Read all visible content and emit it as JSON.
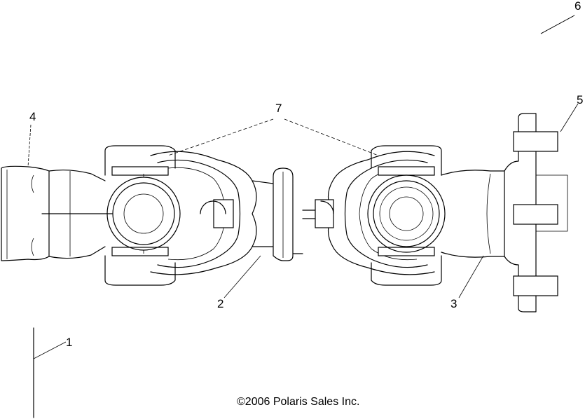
{
  "callouts": {
    "c1": "1",
    "c2": "2",
    "c3": "3",
    "c4": "4",
    "c5": "5",
    "c6": "6",
    "c7": "7"
  },
  "copyright": "©2006 Polaris Sales Inc."
}
